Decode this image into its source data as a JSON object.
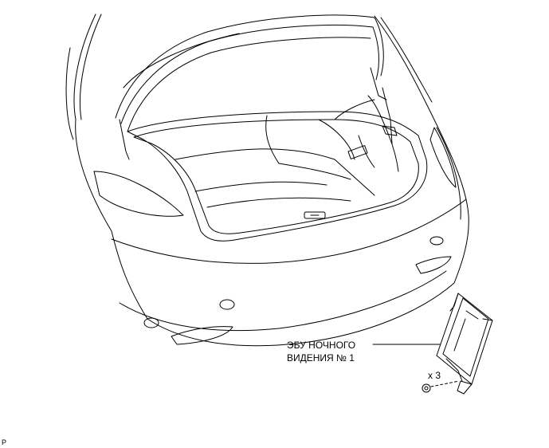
{
  "callout": {
    "part_name_line1": "ЭБУ НОЧНОГО",
    "part_name_line2": "ВИДЕНИЯ № 1",
    "fastener_qty": "x 3"
  },
  "figure_code": "P",
  "colors": {
    "line": "#000000",
    "background": "#ffffff"
  }
}
